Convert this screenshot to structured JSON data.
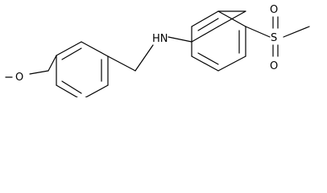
{
  "molecule": {
    "atom_labels": {
      "amine": "HN",
      "methoxy_oxygen": "O",
      "sulfur": "S",
      "sulfonyl_oxygen_top": "O",
      "sulfonyl_oxygen_bottom": "O"
    }
  }
}
